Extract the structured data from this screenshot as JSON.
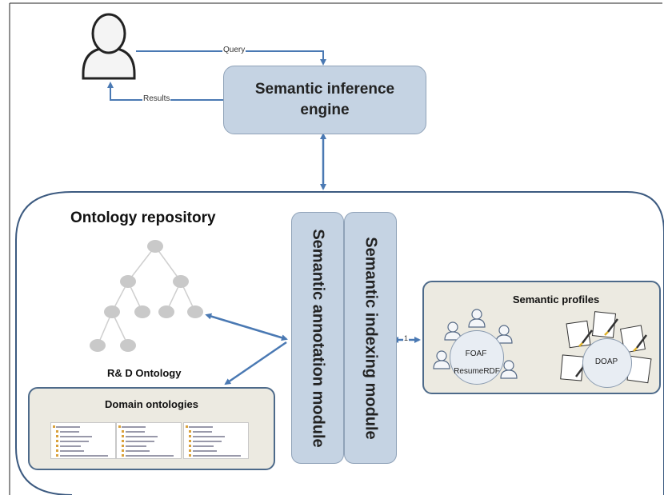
{
  "edges": {
    "query_label": "Query",
    "results_label": "Results",
    "small_label": "1"
  },
  "engine": {
    "title": "Semantic inference engine"
  },
  "repository": {
    "title": "Ontology repository",
    "tree_label": "R& D Ontology"
  },
  "modules": {
    "annotation": "Semantic annotation module",
    "indexing": "Semantic indexing module"
  },
  "domain": {
    "title": "Domain ontologies"
  },
  "profiles": {
    "title": "Semantic profiles",
    "foaf": "FOAF",
    "resume": "ResumeRDF",
    "doap": "DOAP"
  },
  "colors": {
    "arrow": "#4a79b3",
    "box_fill": "#c5d3e3",
    "panel_fill": "#eceae1",
    "border": "#4d6a8a",
    "node": "#c9c9c9"
  }
}
